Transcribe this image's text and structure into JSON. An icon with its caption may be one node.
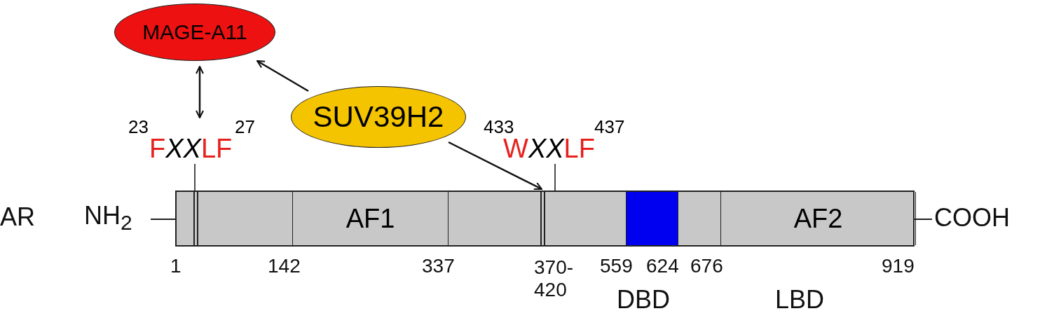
{
  "diagram": {
    "nodes": [
      {
        "text": [
          "MAGE-A11"
        ]
      },
      {
        "text": [
          "SUV39H2"
        ]
      },
      {
        "text": [
          "FXXLF"
        ],
        "beside": [
          "23",
          "27"
        ]
      },
      {
        "text": [
          "WXXLF"
        ],
        "beside": [
          "433",
          "437"
        ]
      },
      {
        "text": [],
        "shape": "bar"
      },
      {
        "text": [
          "AF1"
        ],
        "in": 4
      },
      {
        "text": [],
        "shape": "box",
        "in": 4
      },
      {
        "text": [
          "AF2"
        ],
        "in": 4
      }
    ],
    "edges": [
      {
        "from": 0,
        "to": 2,
        "arrow": "both"
      },
      {
        "from": 1,
        "to": 0,
        "arrow": "to"
      },
      {
        "from": 1,
        "to": 4,
        "arrow": "to"
      },
      {
        "from": 2,
        "to": 4,
        "arrow": "none"
      },
      {
        "from": 3,
        "to": 4,
        "arrow": "none"
      }
    ],
    "labels": [
      "AR",
      "NH$_{2}$",
      "COOH",
      "1",
      "142",
      "337",
      "370- 420",
      "559",
      "624",
      "676",
      "919",
      "DBD",
      "LBD"
    ]
  }
}
